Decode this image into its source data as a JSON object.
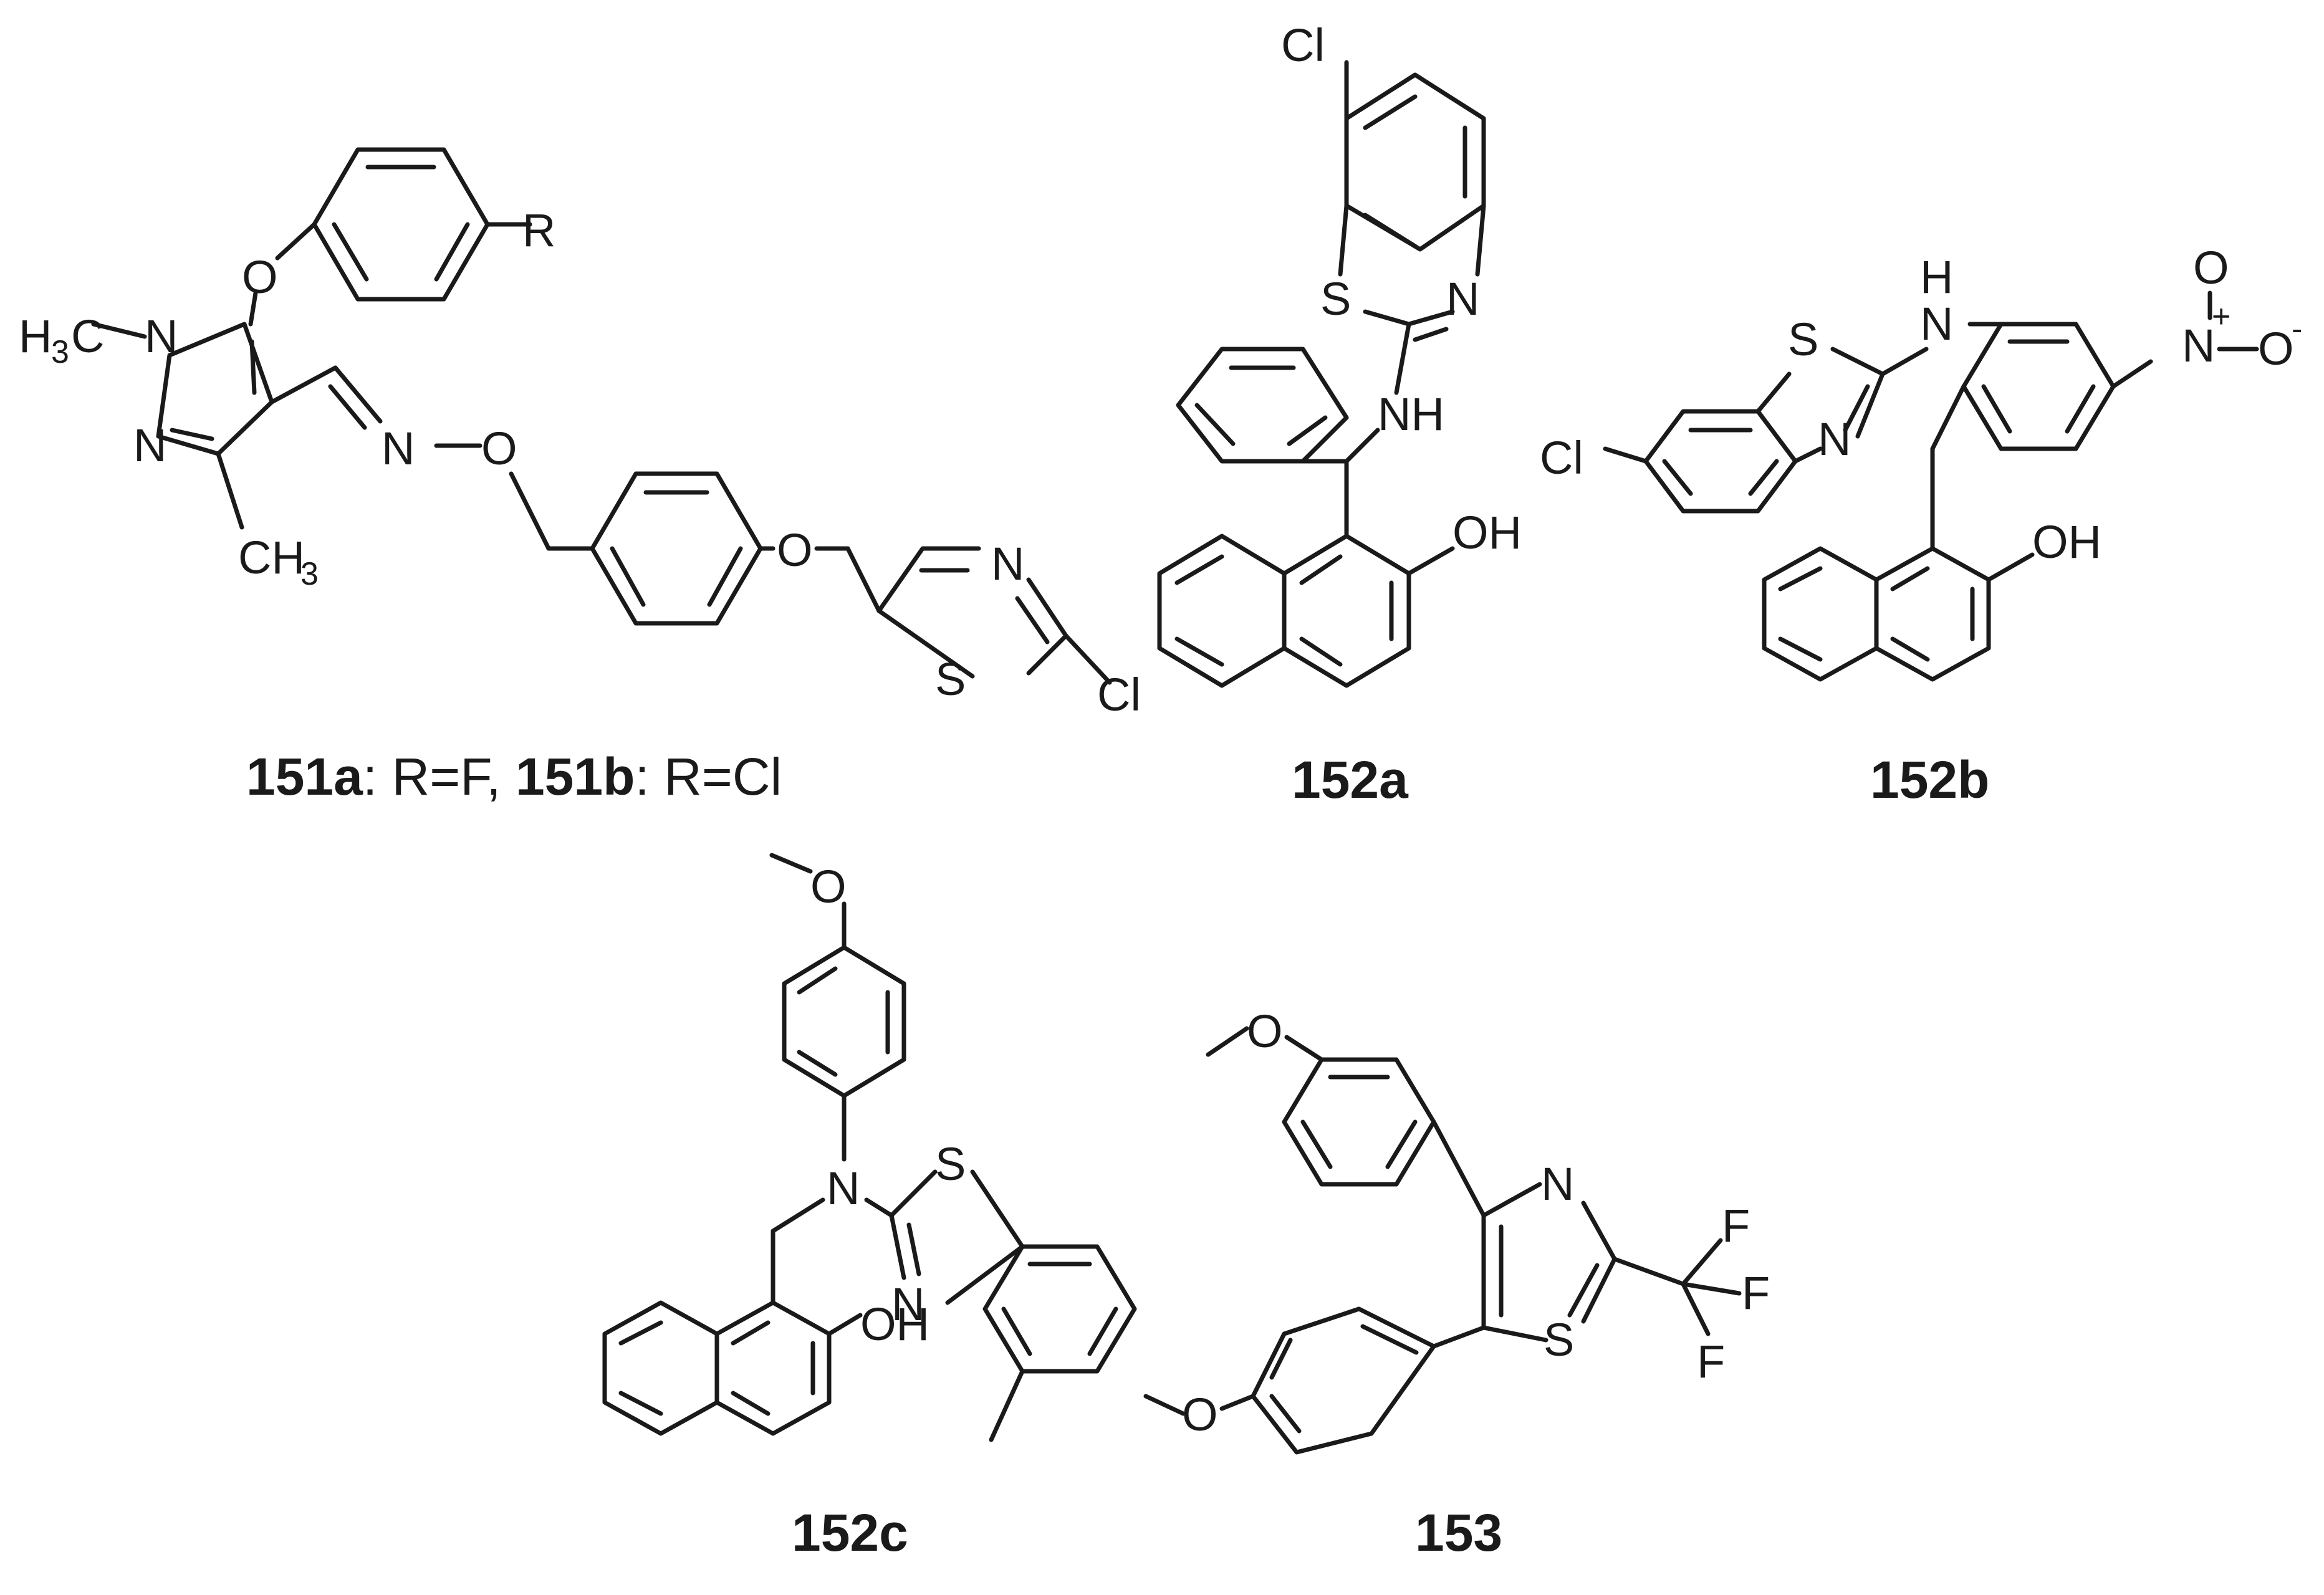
{
  "compounds": {
    "c151": {
      "caption": {
        "a_id": "151a",
        "a_text": ": R=F, ",
        "b_id": "151b",
        "b_text": ": R=Cl"
      },
      "atoms": {
        "R": "R",
        "O_ether": "O",
        "H3C_H": "H",
        "H3C_3": "3",
        "H3C_C": "C",
        "N1": "N",
        "N2": "N",
        "CH3_C": "CH",
        "CH3_3": "3",
        "N_oxime": "N",
        "O_oxime": "O",
        "O_benzyl": "O",
        "N_thz": "N",
        "S_thz": "S",
        "Cl": "Cl"
      }
    },
    "c152a": {
      "caption": "152a",
      "atoms": {
        "Cl": "Cl",
        "S": "S",
        "N": "N",
        "NH": "NH",
        "OH": "OH"
      }
    },
    "c152b": {
      "caption": "152b",
      "atoms": {
        "H": "H",
        "N_H": "N",
        "S": "S",
        "N": "N",
        "Cl": "Cl",
        "N_nitro": "N",
        "plus": "+",
        "O_top": "O",
        "O_right": "O",
        "minus": "-",
        "OH": "OH"
      }
    },
    "c152c": {
      "caption": "152c",
      "atoms": {
        "O_methoxy": "O",
        "N_amine": "N",
        "S": "S",
        "N": "N",
        "OH": "OH"
      }
    },
    "c153": {
      "caption": "153",
      "atoms": {
        "O_top": "O",
        "N": "N",
        "S": "S",
        "F1": "F",
        "F2": "F",
        "F3": "F",
        "O_bottom": "O"
      }
    }
  }
}
